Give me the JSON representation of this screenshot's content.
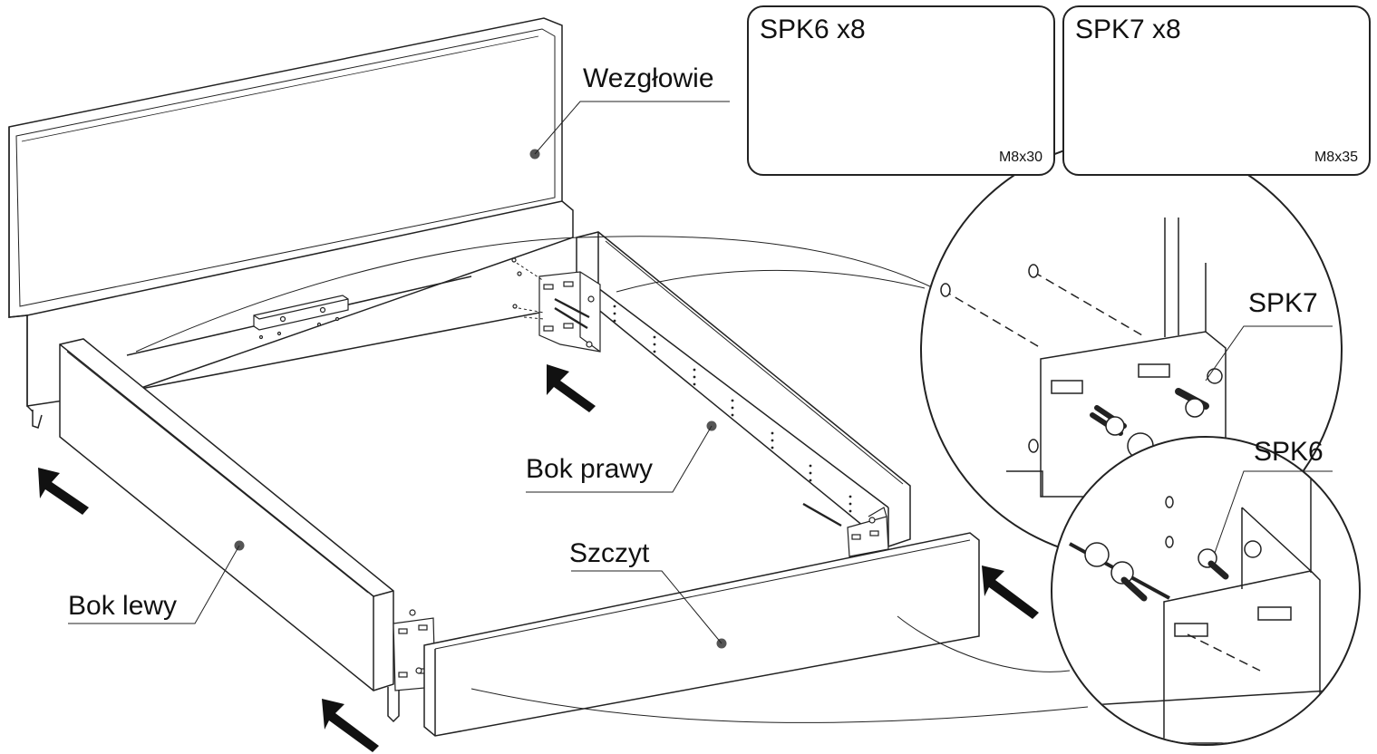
{
  "labels": {
    "headboard": "Wezgłowie",
    "right_side": "Bok prawy",
    "left_side": "Bok lewy",
    "footboard": "Szczyt",
    "detail_spk7": "SPK7",
    "detail_spk6": "SPK6"
  },
  "hardware": [
    {
      "code_qty": "SPK6 x8",
      "size": "M8x30"
    },
    {
      "code_qty": "SPK7 x8",
      "size": "M8x35"
    }
  ]
}
